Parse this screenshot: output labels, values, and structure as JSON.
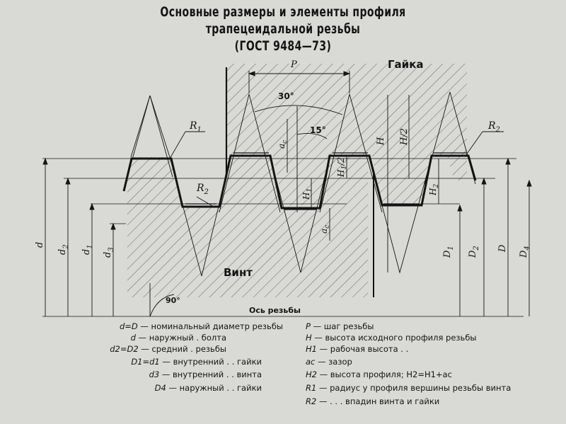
{
  "title": {
    "line1": "Основные размеры и элементы профиля",
    "line2": "трапецеидальной резьбы",
    "line3": "(ГОСТ 9484—73)"
  },
  "labels": {
    "nut": "Гайка",
    "screw": "Винт",
    "axis": "Ось резьбы",
    "pitch": "P",
    "angle30": "30°",
    "angle15": "15°",
    "angle90": "90°",
    "R1": "R",
    "R1_sub": "1",
    "R2a": "R",
    "R2a_sub": "2",
    "R2b": "R",
    "R2b_sub": "2",
    "H": "H",
    "H_half": "H/2",
    "H1": "H",
    "H1_sub": "1",
    "H1_half": "H",
    "H1_half_sub": "1",
    "H1_half_den": "/2",
    "H2": "H",
    "H2_sub": "2",
    "ac_top": "a",
    "ac_top_sub": "c",
    "ac_bottom": "a",
    "ac_bottom_sub": "c",
    "d": "d",
    "d2": "d",
    "d2_sub": "2",
    "d1": "d",
    "d1_sub": "1",
    "d3": "d",
    "d3_sub": "3",
    "D1": "D",
    "D1_sub": "1",
    "D2": "D",
    "D2_sub": "2",
    "D": "D",
    "D4": "D",
    "D4_sub": "4"
  },
  "legend_left": [
    {
      "sym": "d=D",
      "text": "— номинальный диаметр резьбы"
    },
    {
      "sym": "d",
      "text": "— наружный          .          болта"
    },
    {
      "sym": "d2=D2",
      "text": "— средний          .          резьбы"
    },
    {
      "sym": "D1=d1",
      "text": "— внутренний      .       .       гайки"
    },
    {
      "sym": "d3",
      "text": "— внутренний      .       .       винта"
    },
    {
      "sym": "D4",
      "text": "— наружный          .       .       гайки"
    }
  ],
  "legend_right": [
    {
      "sym": "P",
      "text": "— шаг резьбы"
    },
    {
      "sym": "H",
      "text": "— высота исходного профиля резьбы"
    },
    {
      "sym": "H1",
      "text": "— рабочая высота         .             ."
    },
    {
      "sym": "ac",
      "text": "— зазор"
    },
    {
      "sym": "H2",
      "text": "— высота профиля; H2=H1+ac"
    },
    {
      "sym": "R1",
      "text": "— радиус у профиля вершины резьбы винта"
    },
    {
      "sym": "R2",
      "text": "—     .        .          .          впадин винта и гайки"
    }
  ],
  "colors": {
    "background": "#d9d9d6",
    "ink": "#141414",
    "hatch": "#6e6e6b"
  }
}
